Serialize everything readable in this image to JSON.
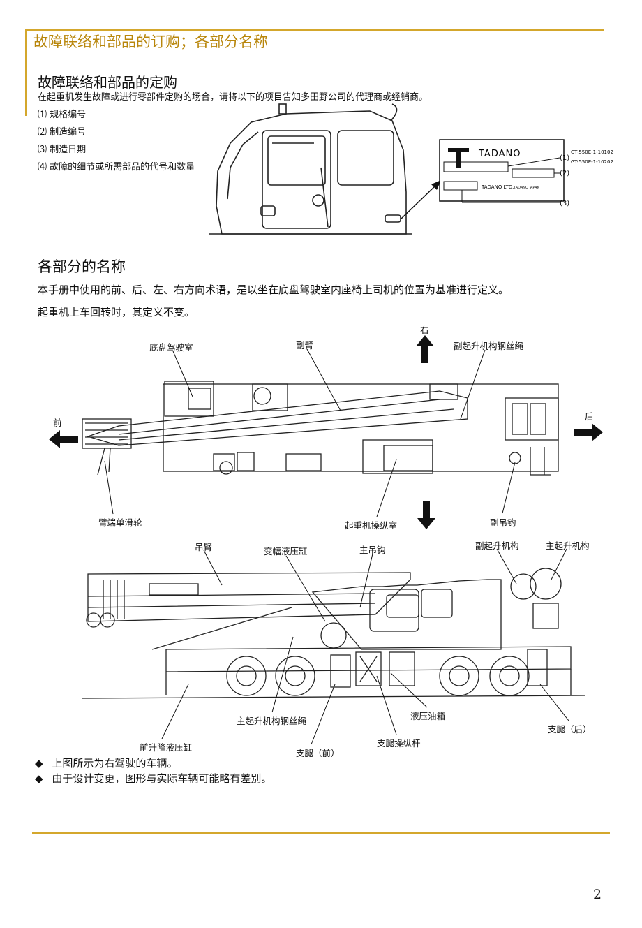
{
  "header": {
    "title": "故障联络和部品的订购；各部分名称"
  },
  "section1": {
    "title": "故障联络和部品的定购",
    "intro": "在起重机发生故障或进行零部件定购的场合，请将以下的项目告知多田野公司的代理商或经销商。",
    "items": [
      "⑴ 规格编号",
      "⑵ 制造编号",
      "⑶ 制造日期",
      "⑷ 故障的细节或所需部品的代号和数量"
    ]
  },
  "nameplate": {
    "brand": "TADANO",
    "company": "TADANO LTD.",
    "company_sub": "TADANO JAPAN",
    "callouts": [
      "(1)",
      "(2)",
      "(3)"
    ],
    "codes": [
      "GT-550E-1-10102",
      "GT-550E-1-10202"
    ]
  },
  "section2": {
    "title": "各部分的名称",
    "para1": "本手册中使用的前、后、左、右方向术语，是以坐在底盘驾驶室内座椅上司机的位置为基准进行定义。",
    "para2": "起重机上车回转时，其定义不变。"
  },
  "directions": {
    "right": "右",
    "front": "前",
    "rear": "后"
  },
  "top_view_labels": {
    "carrier_cab": "底盘驾驶室",
    "jib": "副臂",
    "aux_hoist_rope": "副起升机构钢丝绳",
    "boom_head_sheave": "臂端单滑轮",
    "crane_cab": "起重机操纵室",
    "aux_hook": "副吊钩"
  },
  "side_view_labels": {
    "boom": "吊臂",
    "derrick_cylinder": "变幅液压缸",
    "main_hook": "主吊钩",
    "aux_winch": "副起升机构",
    "main_winch": "主起升机构",
    "main_hoist_rope": "主起升机构钢丝绳",
    "hydraulic_tank": "液压油箱",
    "outrigger_rear": "支腿（后）",
    "front_lift_cylinder": "前升降液压缸",
    "outrigger_lever": "支腿操纵杆",
    "outrigger_front": "支腿（前）"
  },
  "notes": [
    "上图所示为右驾驶的车辆。",
    "由于设计变更，图形与实际车辆可能略有差别。"
  ],
  "page_number": "2"
}
